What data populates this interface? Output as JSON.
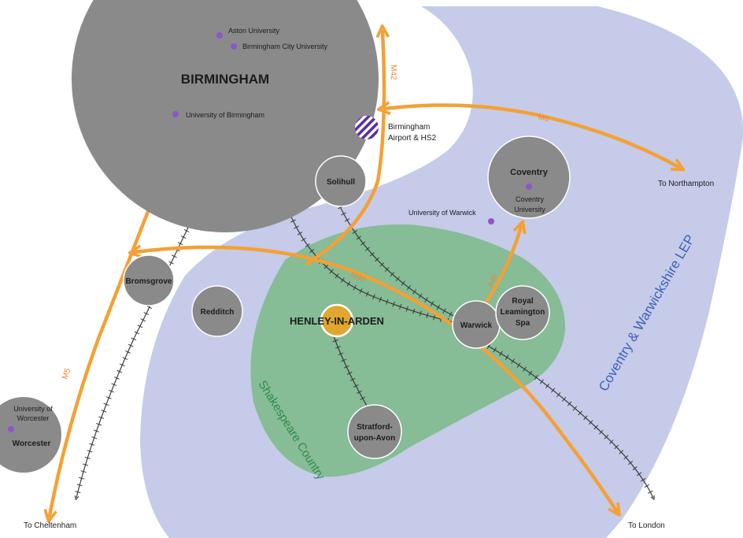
{
  "colors": {
    "lep_region": "#c5cbe8",
    "shakespeare": "#86bc96",
    "city_circle": "#8a8a8a",
    "road": "#f5a035",
    "rail": "#3a3a3a",
    "university_dot": "#8b58c6",
    "henley": "#e0a630",
    "region_label": "#3e5fb8",
    "shakespeare_label": "#2e8b4a",
    "road_label": "#e0882b"
  },
  "regions": {
    "lep": "Coventry & Warwickshire  LEP",
    "shakespeare": "Shakespeare Country"
  },
  "towns": {
    "birmingham": "BIRMINGHAM",
    "coventry": "Coventry",
    "solihull": "Solihull",
    "bromsgrove": "Bromsgrove",
    "redditch": "Redditch",
    "henley": "HENLEY-IN-ARDEN",
    "warwick": "Warwick",
    "leamington_1": "Royal",
    "leamington_2": "Leamington",
    "leamington_3": "Spa",
    "stratford_1": "Stratford-",
    "stratford_2": "upon-Avon",
    "worcester": "Worcester"
  },
  "universities": {
    "aston": "Aston University",
    "bcu": "Birmingham City University",
    "uob": "University of Birmingham",
    "coventry_1": "Coventry",
    "coventry_2": "University",
    "warwick": "University of Warwick",
    "worcester_1": "University of",
    "worcester_2": "Worcester"
  },
  "airport": {
    "line1": "Birmingham",
    "line2": "Airport & HS2"
  },
  "roads": {
    "m42": "M42",
    "m6": "M6",
    "m40": "M40",
    "a46": "A46",
    "m5": "M5"
  },
  "destinations": {
    "northampton": "To Northampton",
    "london": "To London",
    "cheltenham": "To Cheltenham"
  }
}
